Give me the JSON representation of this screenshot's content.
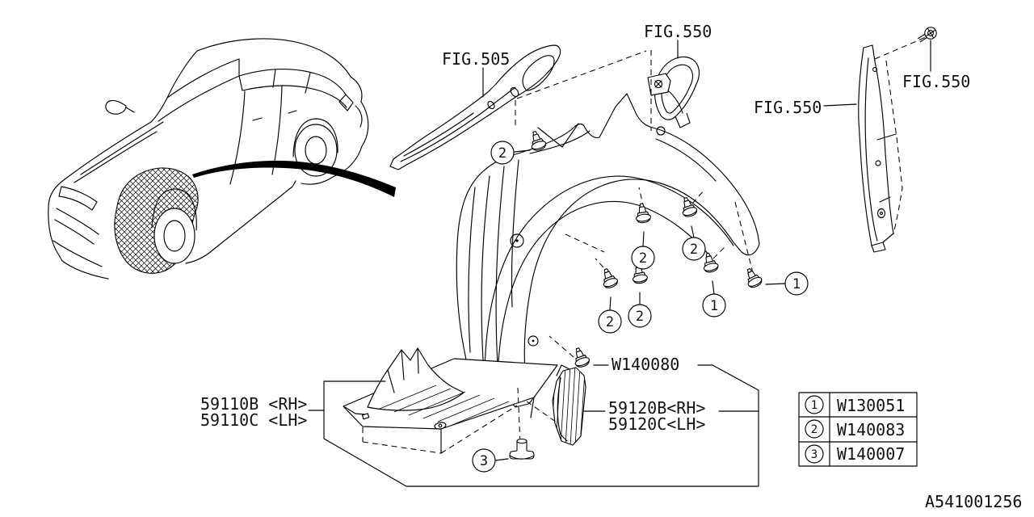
{
  "figure": {
    "ref_code": "A541001256",
    "fig_labels": {
      "fig505": "FIG.505",
      "fig550_hook": "FIG.550",
      "fig550_panel": "FIG.550",
      "fig550_pin": "FIG.550"
    },
    "part_labels": {
      "mudguard_rh": "59110B <RH>",
      "mudguard_lh": "59110C <LH>",
      "clip_code": "W140080",
      "bracket_rh": "59120B<RH>",
      "bracket_lh": "59120C<LH>"
    },
    "callouts": {
      "one": "1",
      "two": "2",
      "three": "3"
    },
    "legend": {
      "rows": [
        {
          "num": "1",
          "part": "W130051"
        },
        {
          "num": "2",
          "part": "W140083"
        },
        {
          "num": "3",
          "part": "W140007"
        }
      ]
    },
    "colors": {
      "line": "#000000",
      "background": "#ffffff"
    }
  }
}
